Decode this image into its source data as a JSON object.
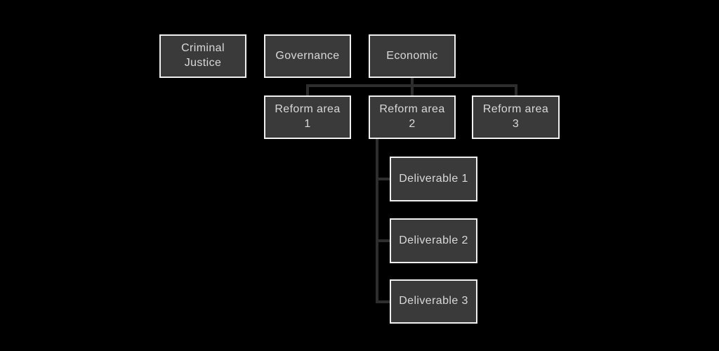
{
  "diagram": {
    "type": "hierarchy-org-chart",
    "colors": {
      "background": "#000000",
      "node_fill": "#3a3a3a",
      "node_border": "#f0f0f0",
      "node_text": "#d9d9d9",
      "connector": "#2e2e2e"
    },
    "nodes": [
      {
        "id": "criminal-justice",
        "label": "Criminal\nJustice"
      },
      {
        "id": "governance",
        "label": "Governance"
      },
      {
        "id": "economic",
        "label": "Economic"
      },
      {
        "id": "reform-area-1",
        "label": "Reform area\n1"
      },
      {
        "id": "reform-area-2",
        "label": "Reform area\n2"
      },
      {
        "id": "reform-area-3",
        "label": "Reform area\n3"
      },
      {
        "id": "deliverable-1",
        "label": "Deliverable 1"
      },
      {
        "id": "deliverable-2",
        "label": "Deliverable 2"
      },
      {
        "id": "deliverable-3",
        "label": "Deliverable 3"
      }
    ],
    "hierarchy": {
      "top_level": [
        "Criminal Justice",
        "Governance",
        "Economic"
      ],
      "economic_children": [
        "Reform area 1",
        "Reform area 2",
        "Reform area 3"
      ],
      "reform_area_2_children": [
        "Deliverable 1",
        "Deliverable 2",
        "Deliverable 3"
      ]
    }
  }
}
